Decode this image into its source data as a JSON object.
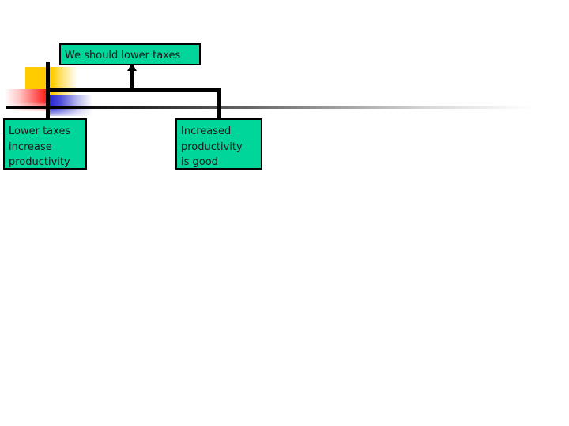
{
  "diagram": {
    "title": "argument-map",
    "background_color": "#ffffff",
    "box_fill_color": "#00D69A",
    "box_border_color": "#000000",
    "line_color": "#000000",
    "nodes": [
      {
        "id": "conclusion",
        "role": "conclusion",
        "text": "We should lower taxes"
      },
      {
        "id": "premise-1",
        "role": "premise",
        "text": "Lower taxes\nincrease\nproductivity"
      },
      {
        "id": "premise-2",
        "role": "premise",
        "text": "Increased\nproductivity\nis good"
      }
    ],
    "edges": [
      {
        "id": "edge-premises-to-conclusion",
        "from": [
          "premise-1",
          "premise-2"
        ],
        "to": "conclusion",
        "style": "joined-arrow"
      }
    ],
    "artifacts": [
      {
        "id": "yellow-block",
        "color": "#FFCC00"
      },
      {
        "id": "red-fade",
        "color": "#FF1A1A"
      },
      {
        "id": "blue-fade",
        "color": "#2626CC"
      },
      {
        "id": "baseline-gray",
        "color": "#000000"
      }
    ]
  }
}
